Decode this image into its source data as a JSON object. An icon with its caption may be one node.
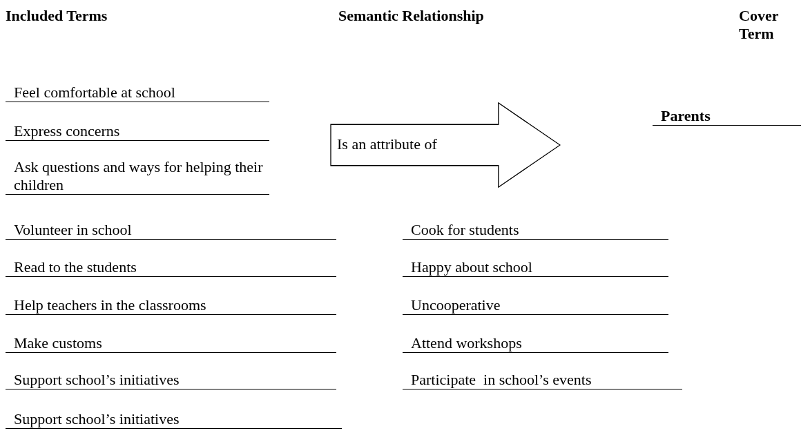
{
  "diagram": {
    "nodes": [
      {
        "text": [
          "Is an attribute of"
        ]
      }
    ],
    "edges": [],
    "labels": [
      "Included Terms",
      "Semantic Relationship",
      "Cover Term",
      "Feel comfortable at school",
      "Express concerns",
      "Parents",
      "Ask questions and ways for helping their children",
      "Volunteer in school",
      "Cook for students",
      "Read to the students",
      "Happy about school",
      "Help teachers in the classrooms",
      "Uncooperative",
      "Make customs",
      "Attend workshops",
      "Support school’s initiatives",
      "Participate  in school’s events",
      "Support school’s initiatives"
    ]
  }
}
